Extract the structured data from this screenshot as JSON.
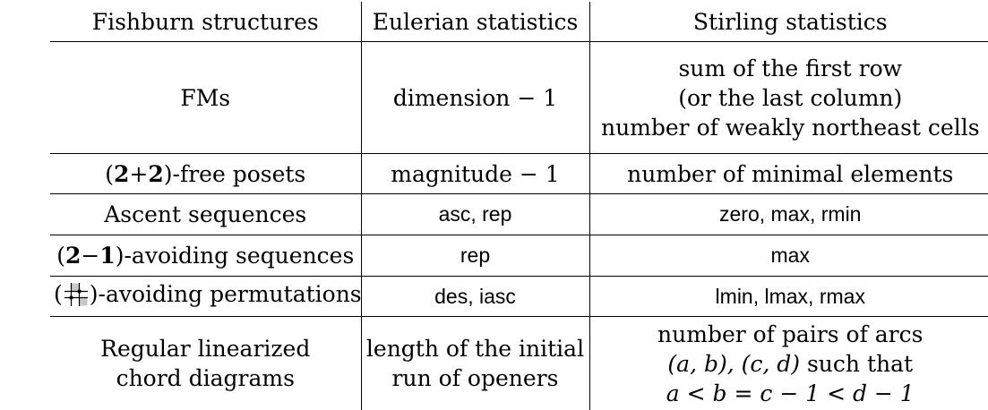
{
  "headers": {
    "col1": "Fishburn structures",
    "col2": "Eulerian statistics",
    "col3": "Stirling statistics"
  },
  "rows": {
    "fm": {
      "structure": "FMs",
      "eulerian": "dimension − 1",
      "stirling_1": "sum of the first row",
      "stirling_2": "(or the last column)",
      "stirling_3": "number of weakly northeast cells"
    },
    "poset": {
      "structure_open": "(",
      "structure_a": "2",
      "structure_plus": "+",
      "structure_b": "2",
      "structure_rest": ")-free posets",
      "eulerian": "magnitude − 1",
      "stirling": "number of minimal elements"
    },
    "ascent": {
      "structure": "Ascent sequences",
      "eulerian": "asc, rep",
      "stirling": "zero, max, rmin"
    },
    "avoid_seq": {
      "structure_open": "(",
      "structure_a": "2",
      "structure_minus": "−",
      "structure_b": "1",
      "structure_rest": ")-avoiding sequences",
      "eulerian": "rep",
      "stirling": "max"
    },
    "avoid_perm": {
      "structure_open": "(",
      "structure_rest": ")-avoiding permutations",
      "eulerian": "des, iasc",
      "stirling": "lmin, lmax, rmax"
    },
    "chord": {
      "structure_1": "Regular linearized",
      "structure_2": "chord diagrams",
      "eulerian_1": "length of the initial",
      "eulerian_2": "run of openers",
      "stirling_1": "number of pairs of arcs",
      "stirling_2_math": "(a, b), (c, d)",
      "stirling_2_text": " such that",
      "stirling_3": "a < b = c − 1 < d − 1"
    }
  },
  "colors": {
    "text": "#000000",
    "rule": "#000000",
    "pattern_shade": "#c8c8c8",
    "background": "#ffffff"
  }
}
